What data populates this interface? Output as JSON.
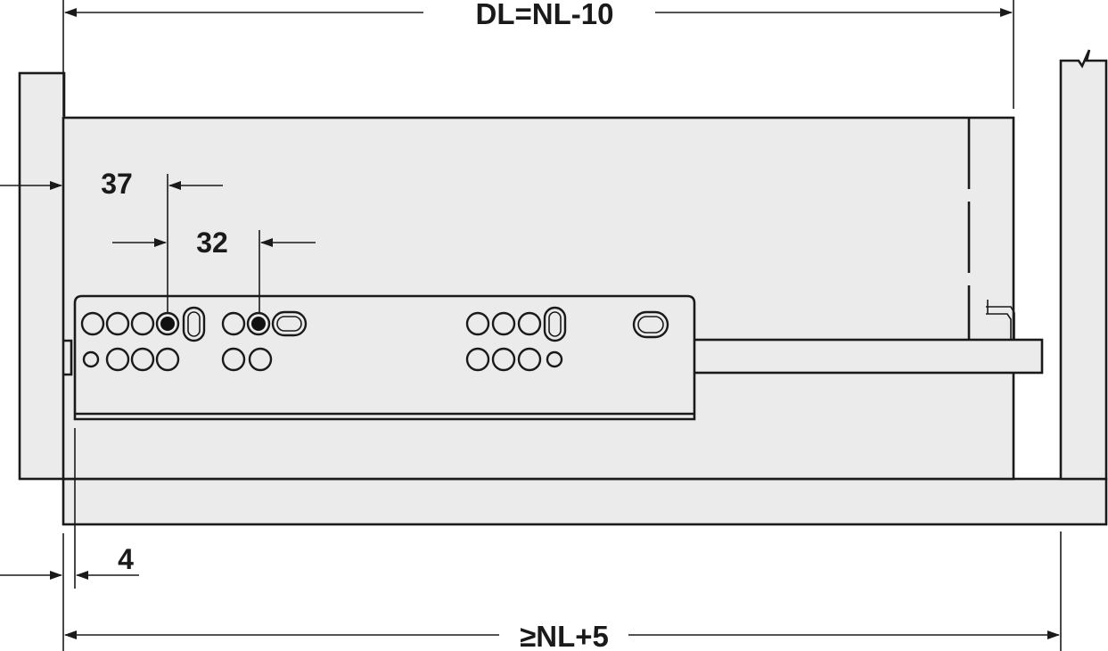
{
  "dimensions": {
    "drawer_length": "DL=NL-10",
    "cabinet_depth": "≥NL+5",
    "front_offset": "37",
    "hole_spacing": "32",
    "setback": "4"
  },
  "colors": {
    "line": "#1a1a1a",
    "fill": "#ebebeb",
    "background": "#ffffff"
  }
}
